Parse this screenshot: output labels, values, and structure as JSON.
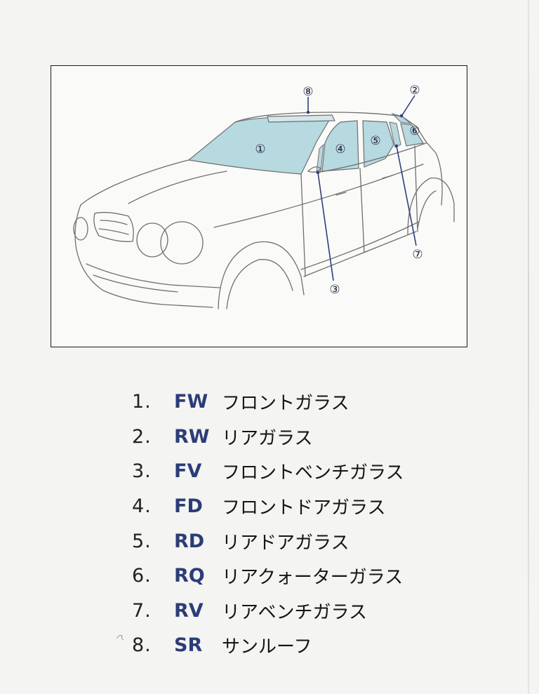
{
  "diagram": {
    "callouts": [
      "①",
      "②",
      "③",
      "④",
      "⑤",
      "⑥",
      "⑦",
      "⑧"
    ],
    "colors": {
      "glass": "#b7d9e0",
      "car_line": "#6f6f6f",
      "leader_line": "#2f3d80",
      "code_text": "#2b3d78"
    }
  },
  "legend": [
    {
      "num": "1.",
      "code": "FW",
      "name": "フロントガラス"
    },
    {
      "num": "2.",
      "code": "RW",
      "name": "リアガラス"
    },
    {
      "num": "3.",
      "code": "FV",
      "name": "フロントベンチガラス"
    },
    {
      "num": "4.",
      "code": "FD",
      "name": "フロントドアガラス"
    },
    {
      "num": "5.",
      "code": "RD",
      "name": "リアドアガラス"
    },
    {
      "num": "6.",
      "code": "RQ",
      "name": "リアクォーターガラス"
    },
    {
      "num": "7.",
      "code": "RV",
      "name": "リアベンチガラス"
    },
    {
      "num": "8.",
      "code": "SR",
      "name": "サンルーフ"
    }
  ]
}
